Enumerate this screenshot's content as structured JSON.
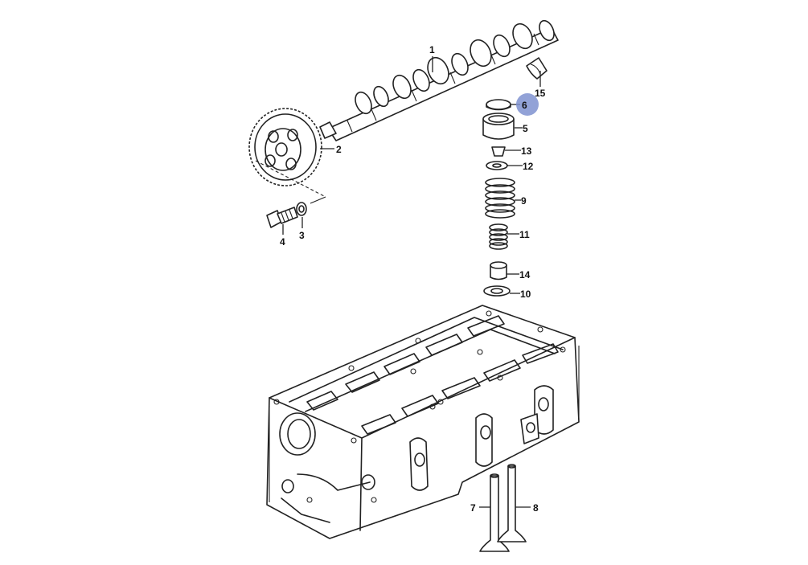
{
  "diagram": {
    "highlight_color": "#7f92d0",
    "callouts": [
      {
        "id": "c1",
        "label": "1"
      },
      {
        "id": "c2",
        "label": "2"
      },
      {
        "id": "c3",
        "label": "3"
      },
      {
        "id": "c4",
        "label": "4"
      },
      {
        "id": "c5",
        "label": "5"
      },
      {
        "id": "c6",
        "label": "6",
        "highlighted": true
      },
      {
        "id": "c7",
        "label": "7"
      },
      {
        "id": "c8",
        "label": "8"
      },
      {
        "id": "c9",
        "label": "9"
      },
      {
        "id": "c10",
        "label": "10"
      },
      {
        "id": "c11",
        "label": "11"
      },
      {
        "id": "c12",
        "label": "12"
      },
      {
        "id": "c13",
        "label": "13"
      },
      {
        "id": "c14",
        "label": "14"
      },
      {
        "id": "c15",
        "label": "15"
      }
    ]
  }
}
